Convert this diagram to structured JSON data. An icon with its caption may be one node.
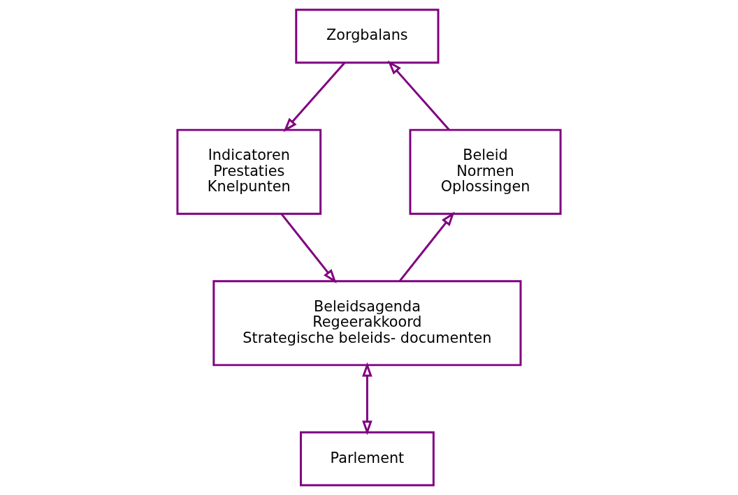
{
  "diagram": {
    "nodes": [
      {
        "text": [
          "Zorgbalans"
        ]
      },
      {
        "text": [
          "Beleid",
          "Normen",
          "Oplossingen"
        ]
      },
      {
        "text": [
          "Indicatoren",
          "Prestaties",
          "Knelpunten"
        ]
      },
      {
        "text": [
          "Beleidsagenda",
          "Regeerakkoord",
          "Strategische beleids- documenten"
        ]
      },
      {
        "text": [
          "Parlement"
        ]
      }
    ],
    "edges": [
      {
        "from": 0,
        "to": 2,
        "arrow": "to"
      },
      {
        "from": 2,
        "to": 3,
        "arrow": "to"
      },
      {
        "from": 3,
        "to": 1,
        "arrow": "to"
      },
      {
        "from": 1,
        "to": 0,
        "arrow": "to"
      },
      {
        "from": 3,
        "to": 4,
        "arrow": "both"
      }
    ]
  }
}
